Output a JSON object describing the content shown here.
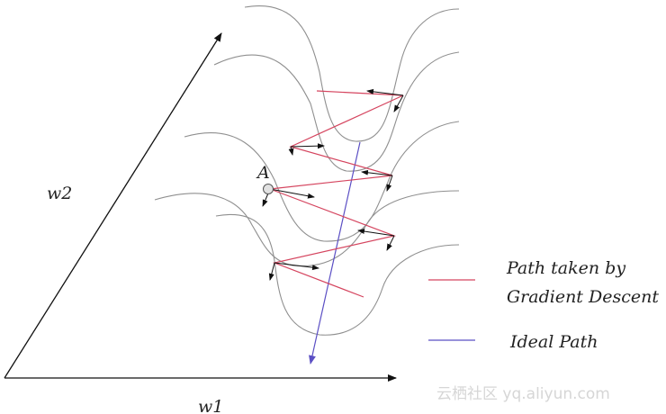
{
  "axes": {
    "x_label": "w1",
    "y_label": "w2"
  },
  "point_label": "A",
  "legend": {
    "gd_line1": "Path taken by",
    "gd_line2": "Gradient Descent",
    "ideal": "Ideal Path"
  },
  "watermark": "云栖社区 yq.aliyun.com",
  "colors": {
    "gd_path": "#d5455f",
    "ideal_path": "#5b4fc4",
    "contour": "#8f8f8f",
    "axis": "#111111"
  }
}
